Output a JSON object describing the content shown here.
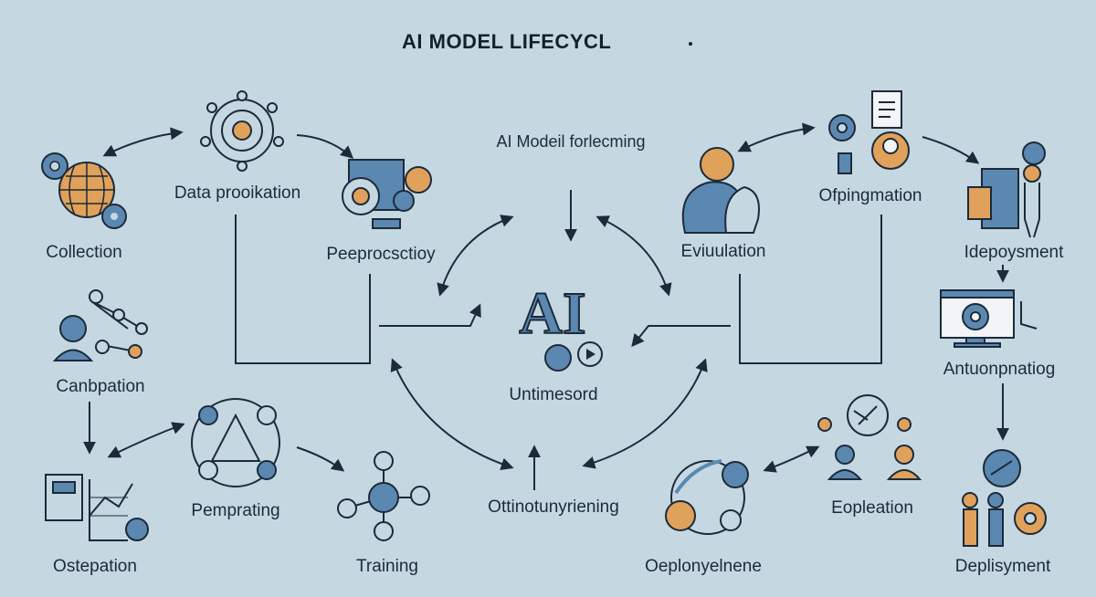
{
  "title": "AI MODEL LIFECYCL",
  "center": {
    "top_label": "AI Modeil forlecming",
    "mark": "AI",
    "bottom_label": "Untimesord"
  },
  "stages": {
    "collection": "Collection",
    "data_proc": "Data prooikation",
    "preprocessing": "Peeprocsctioy",
    "canbpation": "Canbpation",
    "ostepation": "Ostepation",
    "pemprating": "Pemprating",
    "training": "Training",
    "ottinotunyriening": "Ottinotunyriening",
    "oeplonyelnene": "Oeplonyelnene",
    "eopleation": "Eopleation",
    "eviuulation": "Eviuulation",
    "ofpingmation": "Ofpingmation",
    "ideployment": "Idepoysment",
    "antuonpnatiog": "Antuonpnatiog",
    "deplisyment": "Deplisyment"
  },
  "colors": {
    "background": "#c5d8e2",
    "blue": "#5b88b0",
    "orange": "#e0a15a",
    "ink": "#1c2a3a"
  }
}
